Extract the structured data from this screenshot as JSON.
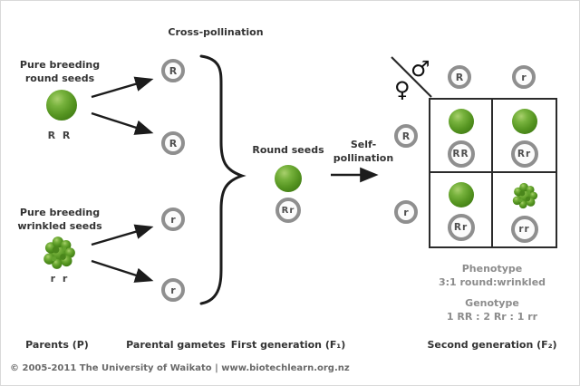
{
  "top_label": {
    "cross_pollination": "Cross-pollination"
  },
  "parents": {
    "round": {
      "title_line1": "Pure breeding",
      "title_line2": "round seeds",
      "genotype": "R R"
    },
    "wrinkled": {
      "title_line1": "Pure breeding",
      "title_line2": "wrinkled seeds",
      "genotype": "r r"
    }
  },
  "gametes": {
    "round": [
      "R",
      "R"
    ],
    "wrinkled": [
      "r",
      "r"
    ]
  },
  "f1": {
    "label": "Round seeds",
    "genotype": "Rr"
  },
  "self_pollination": {
    "line1": "Self-",
    "line2": "pollination"
  },
  "punnett": {
    "male_symbol": "♂",
    "female_symbol": "♀",
    "col_headers": [
      "R",
      "r"
    ],
    "row_headers": [
      "R",
      "r"
    ],
    "cells": [
      {
        "genotype": "RR",
        "phenotype": "round"
      },
      {
        "genotype": "Rr",
        "phenotype": "round"
      },
      {
        "genotype": "Rr",
        "phenotype": "round"
      },
      {
        "genotype": "rr",
        "phenotype": "wrinkled"
      }
    ]
  },
  "results": {
    "phenotype_title": "Phenotype",
    "phenotype_ratio": "3:1  round:wrinkled",
    "genotype_title": "Genotype",
    "genotype_ratio": "1 RR : 2 Rr : 1 rr"
  },
  "stage_labels": {
    "parents": "Parents (P)",
    "parental_gametes": "Parental gametes",
    "first_generation": "First generation (F₁)",
    "second_generation": "Second generation (F₂)"
  },
  "footer": "© 2005-2011 The University of Waikato  |  www.biotechlearn.org.nz"
}
